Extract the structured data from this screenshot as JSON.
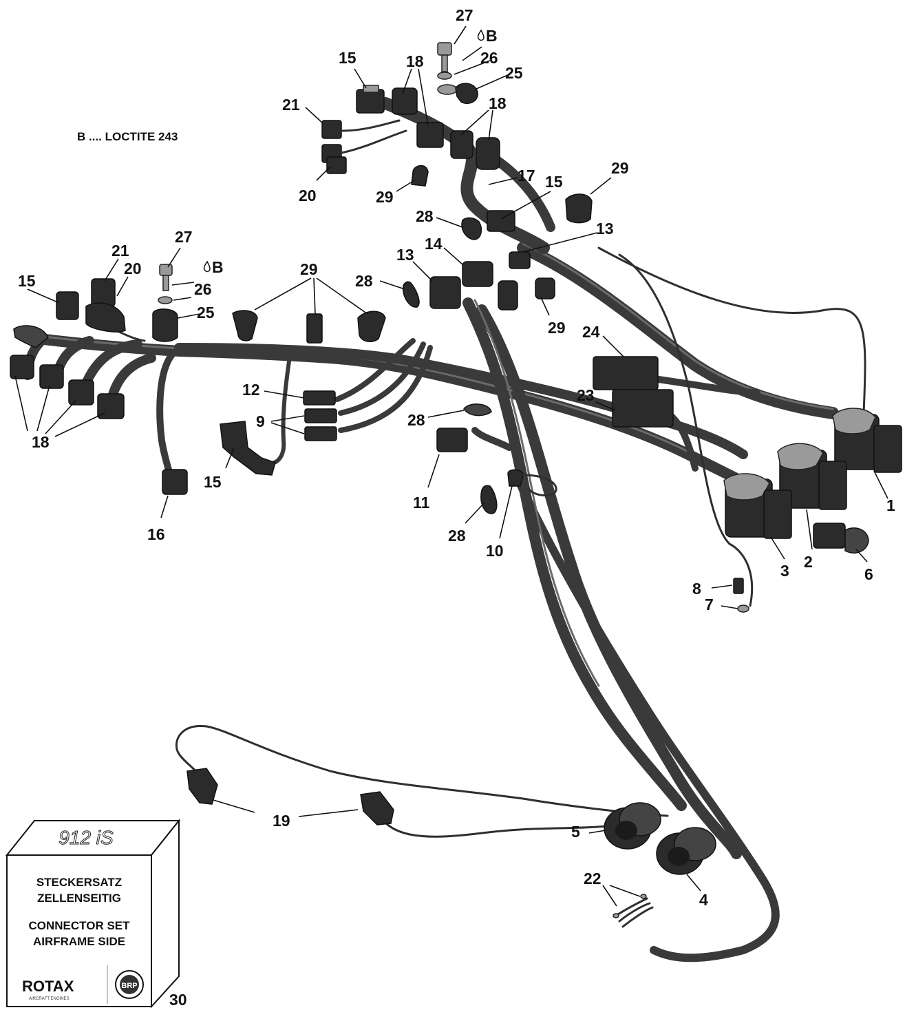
{
  "note": {
    "text": "B .... LOCTITE 243",
    "symbol_label": "B"
  },
  "callouts": [
    "1",
    "2",
    "3",
    "4",
    "5",
    "6",
    "7",
    "8",
    "9",
    "10",
    "11",
    "12",
    "13",
    "14",
    "15",
    "16",
    "17",
    "18",
    "19",
    "20",
    "21",
    "22",
    "23",
    "24",
    "25",
    "26",
    "27",
    "28",
    "29",
    "30"
  ],
  "kit_box": {
    "model": "912 iS",
    "line1": "STECKERSATZ",
    "line2": "ZELLENSEITIG",
    "line3": "CONNECTOR SET",
    "line4": "AIRFRAME SIDE",
    "brand": "ROTAX",
    "brand_sub": "AIRCRAFT ENGINES",
    "badge": "BRP",
    "callout": "30"
  },
  "colors": {
    "harness": "#3a3a3a",
    "connector": "#2b2b2b",
    "text": "#111111",
    "background": "#ffffff"
  }
}
